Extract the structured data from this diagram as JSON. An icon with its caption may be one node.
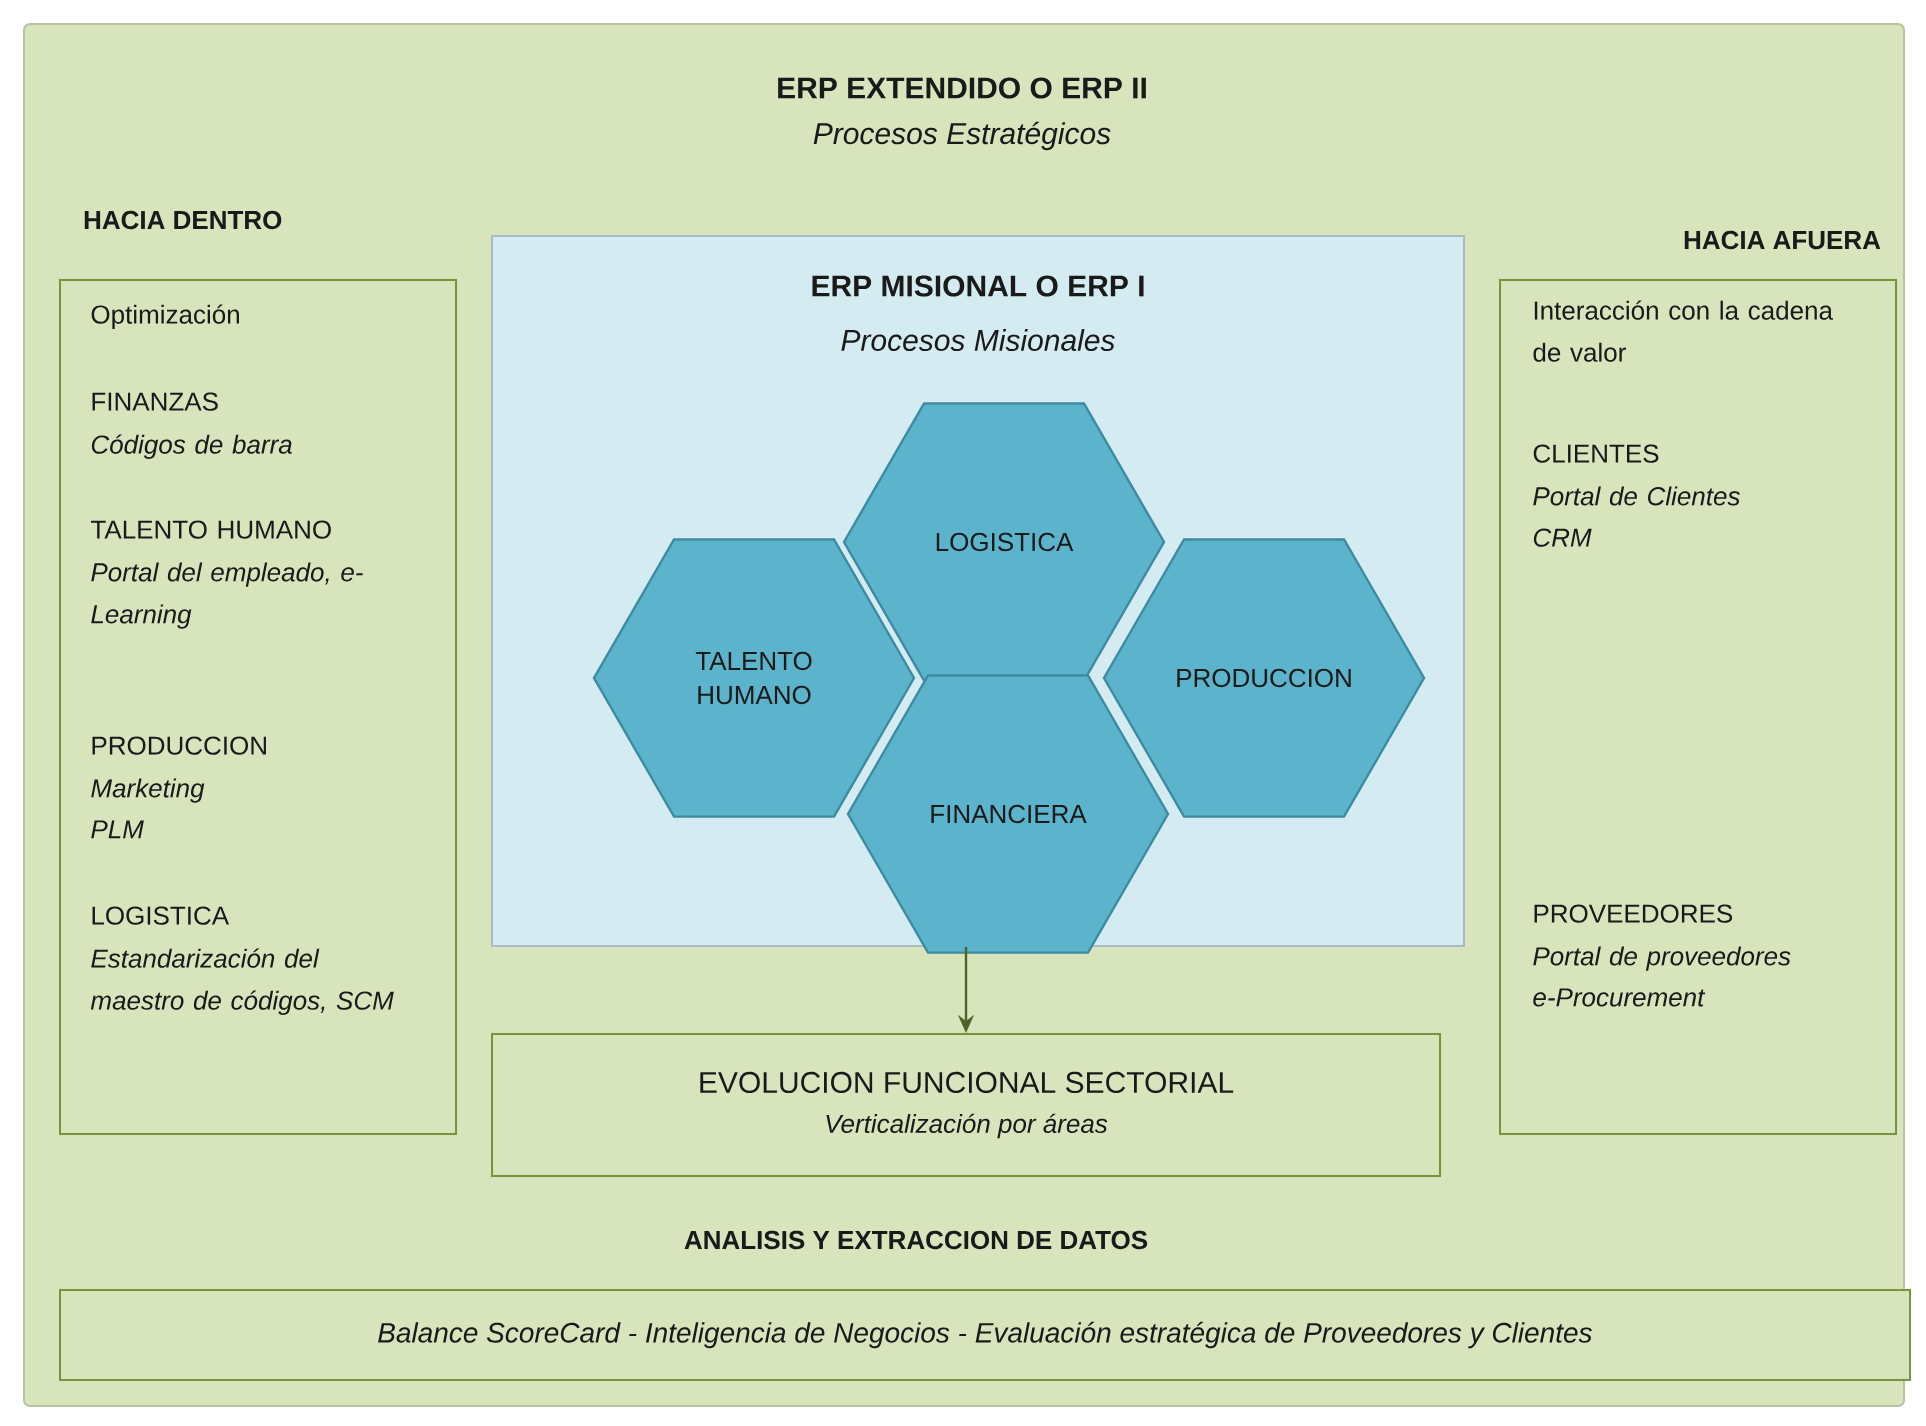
{
  "diagram": {
    "nodes": [
      {
        "text": [
          "ERP EXTENDIDO O ERP II",
          "Procesos Estratégicos"
        ]
      },
      {
        "text": [
          "HACIA DENTRO",
          "Optimización",
          "FINANZAS",
          "Códigos de barra",
          "TALENTO HUMANO",
          "Portal del empleado, e-Learning",
          "PRODUCCION",
          "Marketing",
          "PLM",
          "LOGISTICA",
          "Estandarización del maestro de códigos, SCM"
        ],
        "in": 0
      },
      {
        "text": [
          "ERP MISIONAL O ERP I",
          "Procesos Misionales"
        ],
        "in": 0
      },
      {
        "text": [
          "LOGISTICA"
        ],
        "in": 2
      },
      {
        "text": [
          "TALENTO HUMANO"
        ],
        "in": 2
      },
      {
        "text": [
          "PRODUCCION"
        ],
        "in": 2
      },
      {
        "text": [
          "FINANCIERA"
        ],
        "in": 2
      },
      {
        "text": [
          "HACIA AFUERA",
          "Interacción con la cadena de valor",
          "CLIENTES",
          "Portal de Clientes",
          "CRM",
          "PROVEEDORES",
          "Portal de proveedores",
          "e-Procurement"
        ],
        "in": 0
      },
      {
        "text": [
          "EVOLUCION FUNCIONAL SECTORIAL",
          "Verticalización por áreas"
        ],
        "in": 0
      },
      {
        "text": [
          "ANALISIS Y EXTRACCION  DE DATOS",
          "Balance ScoreCard  - Inteligencia de Negocios -   Evaluación estratégica de Proveedores y Clientes"
        ],
        "in": 0
      }
    ],
    "edges": [
      {
        "from": 2,
        "to": 8,
        "arrow": "to"
      }
    ]
  }
}
